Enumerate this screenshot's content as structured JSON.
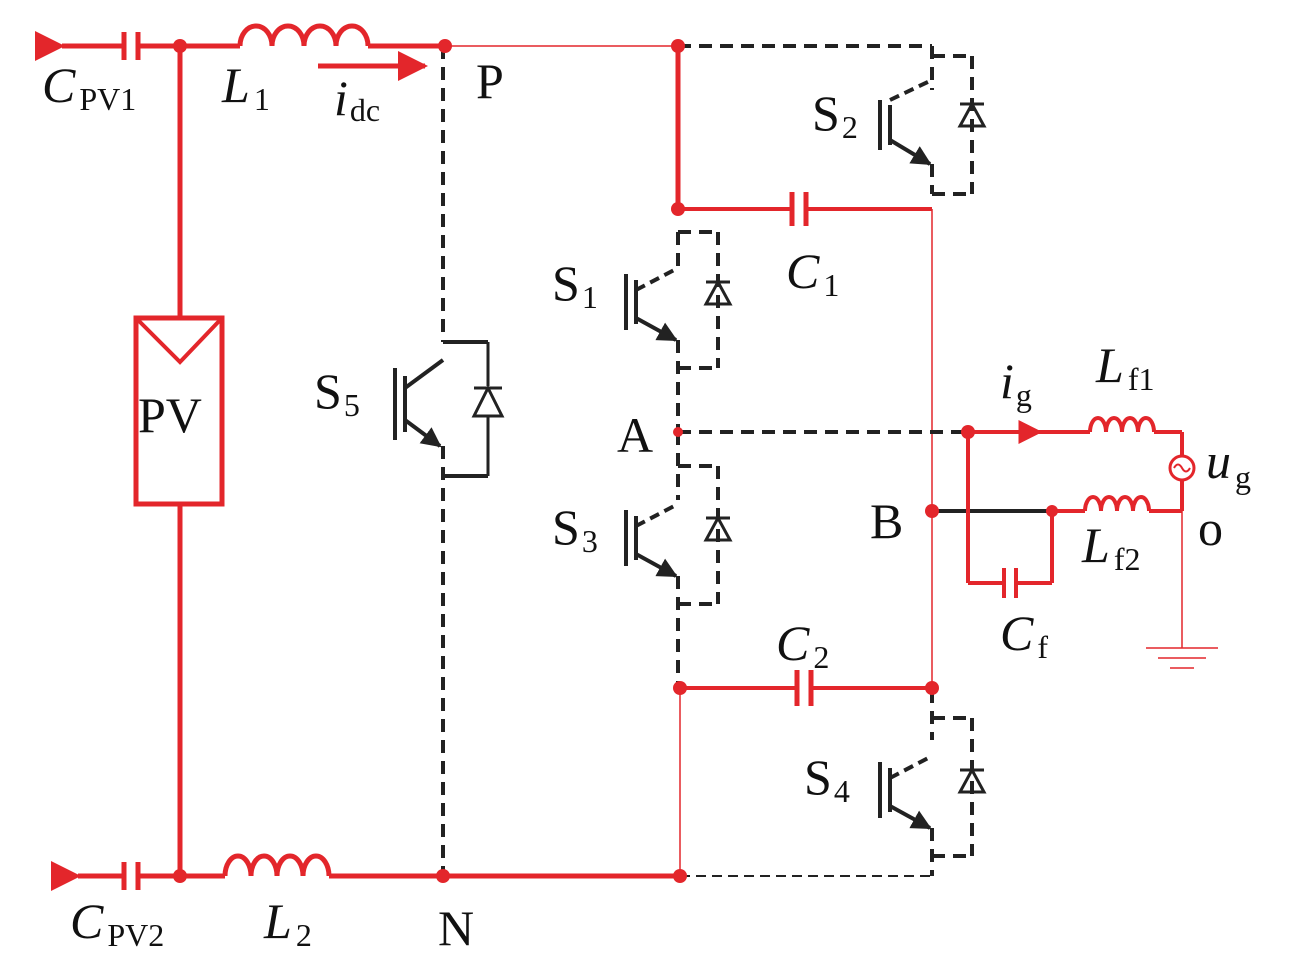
{
  "labels": {
    "cpv1": {
      "main": "C",
      "sub": "PV1"
    },
    "cpv2": {
      "main": "C",
      "sub": "PV2"
    },
    "l1": {
      "main": "L",
      "sub": "1"
    },
    "l2": {
      "main": "L",
      "sub": "2"
    },
    "idc": {
      "main": "i",
      "sub": "dc"
    },
    "p": "P",
    "n": "N",
    "pv": "PV",
    "s1": {
      "main": "S",
      "sub": "1"
    },
    "s2": {
      "main": "S",
      "sub": "2"
    },
    "s3": {
      "main": "S",
      "sub": "3"
    },
    "s4": {
      "main": "S",
      "sub": "4"
    },
    "s5": {
      "main": "S",
      "sub": "5"
    },
    "c1": {
      "main": "C",
      "sub": "1"
    },
    "c2": {
      "main": "C",
      "sub": "2"
    },
    "cf": {
      "main": "C",
      "sub": "f"
    },
    "a": "A",
    "b": "B",
    "o": "o",
    "ig": {
      "main": "i",
      "sub": "g"
    },
    "lf1": {
      "main": "L",
      "sub": "f1"
    },
    "lf2": {
      "main": "L",
      "sub": "f2"
    },
    "ug": {
      "main": "u",
      "sub": "g"
    }
  },
  "colors": {
    "active_path": "#e3262b",
    "inactive_path": "#222222"
  }
}
